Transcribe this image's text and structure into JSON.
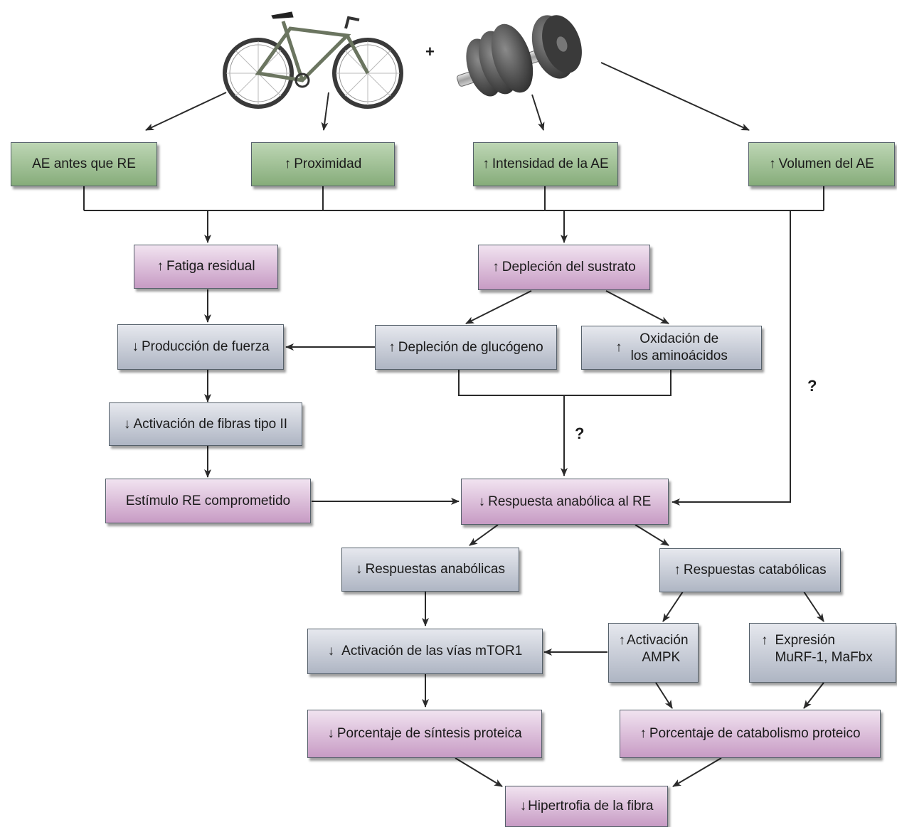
{
  "plus_sign": "+",
  "question_mark": "?",
  "arrows": {
    "up": "↑",
    "down": "↓"
  },
  "colors": {
    "green_box": "#9fbe93",
    "purple_box": "#d9b8d6",
    "gray_box": "#c3c8d3",
    "line": "#2a2a2a"
  },
  "images": {
    "bicycle": "bicycle-illustration",
    "dumbbell": "dumbbell-illustration"
  },
  "nodes": {
    "ae_antes_re": {
      "arrow": "",
      "text": "AE antes que RE"
    },
    "proximidad": {
      "arrow": "↑",
      "text": "Proximidad"
    },
    "intensidad_ae": {
      "arrow": "↑",
      "text": "Intensidad de la AE"
    },
    "volumen_ae": {
      "arrow": "↑",
      "text": "Volumen del AE"
    },
    "fatiga_residual": {
      "arrow": "↑",
      "text": "Fatiga residual"
    },
    "deplecion_sustrato": {
      "arrow": "↑",
      "text": "Depleción del sustrato"
    },
    "produccion_fuerza": {
      "arrow": "↓",
      "text": "Producción de fuerza"
    },
    "deplecion_glucogeno": {
      "arrow": "↑",
      "text": "Depleción de glucógeno"
    },
    "oxidacion_aa": {
      "arrow": "↑",
      "line1": "Oxidación de",
      "line2": "los aminoácidos"
    },
    "activacion_fibras": {
      "arrow": "↓",
      "text": "Activación de fibras tipo II"
    },
    "estimulo_re": {
      "arrow": "",
      "text": "Estímulo RE comprometido"
    },
    "respuesta_anabolica": {
      "arrow": "↓",
      "text": "Respuesta anabólica al RE"
    },
    "respuestas_anabolicas": {
      "arrow": "↓",
      "text": "Respuestas anabólicas"
    },
    "respuestas_catabolicas": {
      "arrow": "↑",
      "text": "Respuestas catabólicas"
    },
    "activacion_mtor1": {
      "arrow": "↓",
      "text": "Activación de las vías mTOR1"
    },
    "activacion_ampk": {
      "arrow": "↑",
      "line1": "Activación",
      "line2": "AMPK"
    },
    "expresion_murf": {
      "arrow": "↑",
      "line1": "Expresión",
      "line2": "MuRF-1, MaFbx"
    },
    "sintesis_proteica": {
      "arrow": "↓",
      "text": "Porcentaje de síntesis proteica"
    },
    "catabolismo_proteico": {
      "arrow": "↑",
      "text": "Porcentaje de catabolismo proteico"
    },
    "hipertrofia": {
      "arrow": "↓",
      "text": "Hipertrofia de la fibra"
    }
  }
}
